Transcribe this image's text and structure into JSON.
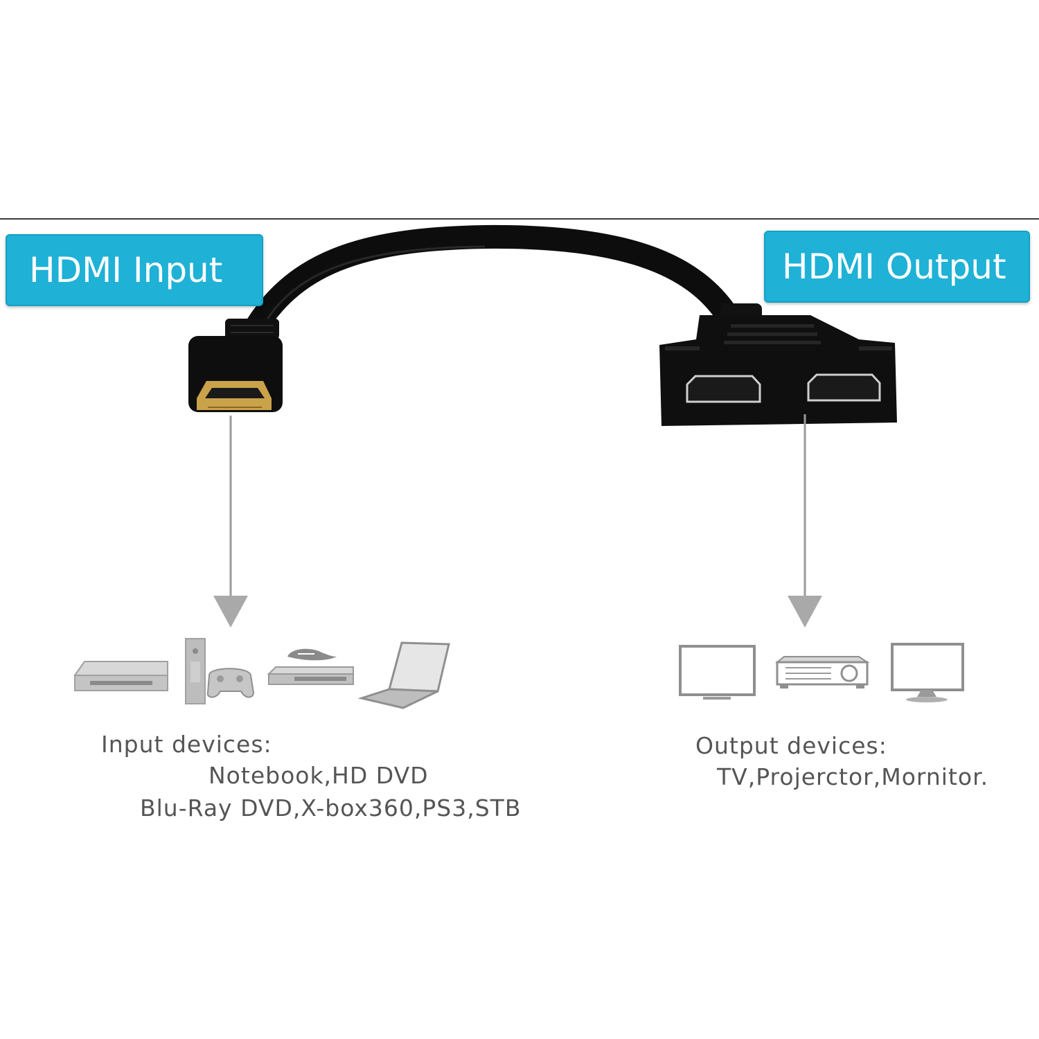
{
  "labels": {
    "input_badge": "HDMI Input",
    "output_badge": "HDMI Output"
  },
  "input_section": {
    "heading": "Input devices:",
    "line1": "Notebook,HD DVD",
    "line2": "Blu-Ray DVD,X-box360,PS3,STB"
  },
  "output_section": {
    "heading": "Output devices:",
    "line1": "TV,Projerctor,Mornitor."
  },
  "colors": {
    "badge": "#1fb1d6",
    "cable": "#0d0d0d",
    "icons": "#9a9a9a"
  },
  "icons": {
    "input": [
      "set-top-box-icon",
      "game-console-icon",
      "blu-ray-player-icon",
      "laptop-icon"
    ],
    "output": [
      "tv-icon",
      "projector-icon",
      "monitor-icon"
    ]
  }
}
